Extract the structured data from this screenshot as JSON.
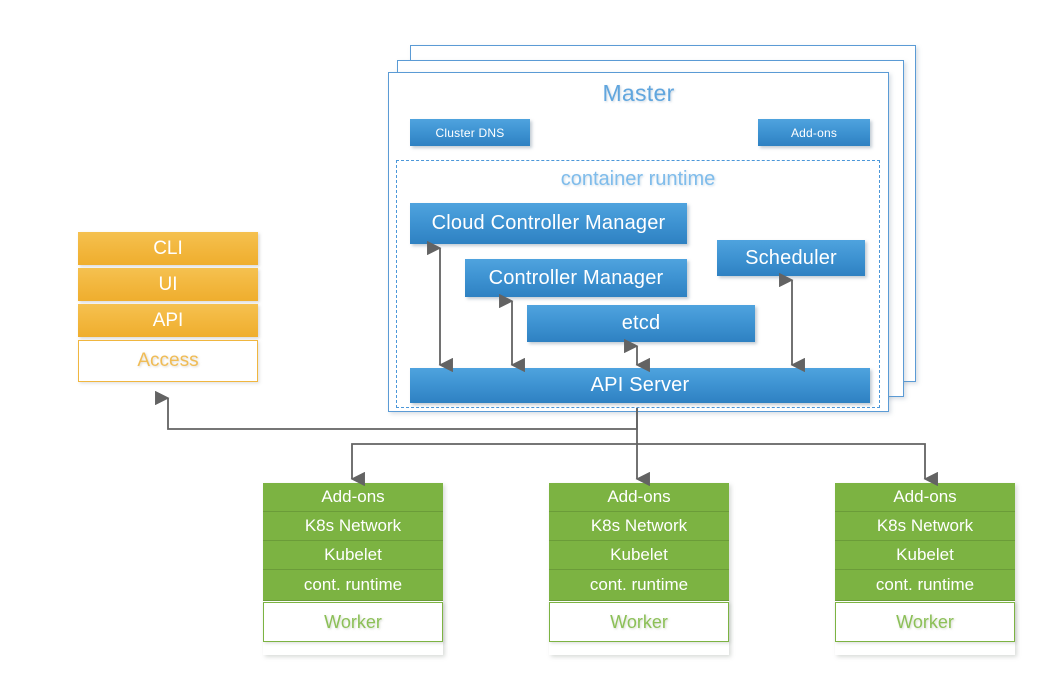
{
  "diagram": {
    "title_master": "Master",
    "title_container_runtime": "container runtime",
    "colors": {
      "blue_box": "#3E93D2",
      "blue_text": "#61A6DE",
      "dashed_border": "#4B97D9",
      "orange_box": "#F2B63C",
      "orange_text": "#F0BC55",
      "green_box": "#7CB342",
      "green_text": "#8CC057",
      "arrow": "#636363",
      "background": "#FFFFFF"
    }
  },
  "access_panel": {
    "rows": [
      {
        "label": "CLI"
      },
      {
        "label": "UI"
      },
      {
        "label": "API"
      }
    ],
    "footer_label": "Access"
  },
  "master": {
    "top_boxes": [
      {
        "label": "Cluster DNS"
      },
      {
        "label": "Add-ons"
      }
    ],
    "components": [
      {
        "label": "Cloud Controller Manager"
      },
      {
        "label": "Controller Manager"
      },
      {
        "label": "Scheduler"
      },
      {
        "label": "etcd"
      },
      {
        "label": "API Server"
      }
    ]
  },
  "workers": [
    {
      "rows": [
        "Add-ons",
        "K8s Network",
        "Kubelet",
        "cont. runtime"
      ],
      "footer_label": "Worker"
    },
    {
      "rows": [
        "Add-ons",
        "K8s Network",
        "Kubelet",
        "cont. runtime"
      ],
      "footer_label": "Worker"
    },
    {
      "rows": [
        "Add-ons",
        "K8s Network",
        "Kubelet",
        "cont. runtime"
      ],
      "footer_label": "Worker"
    }
  ]
}
